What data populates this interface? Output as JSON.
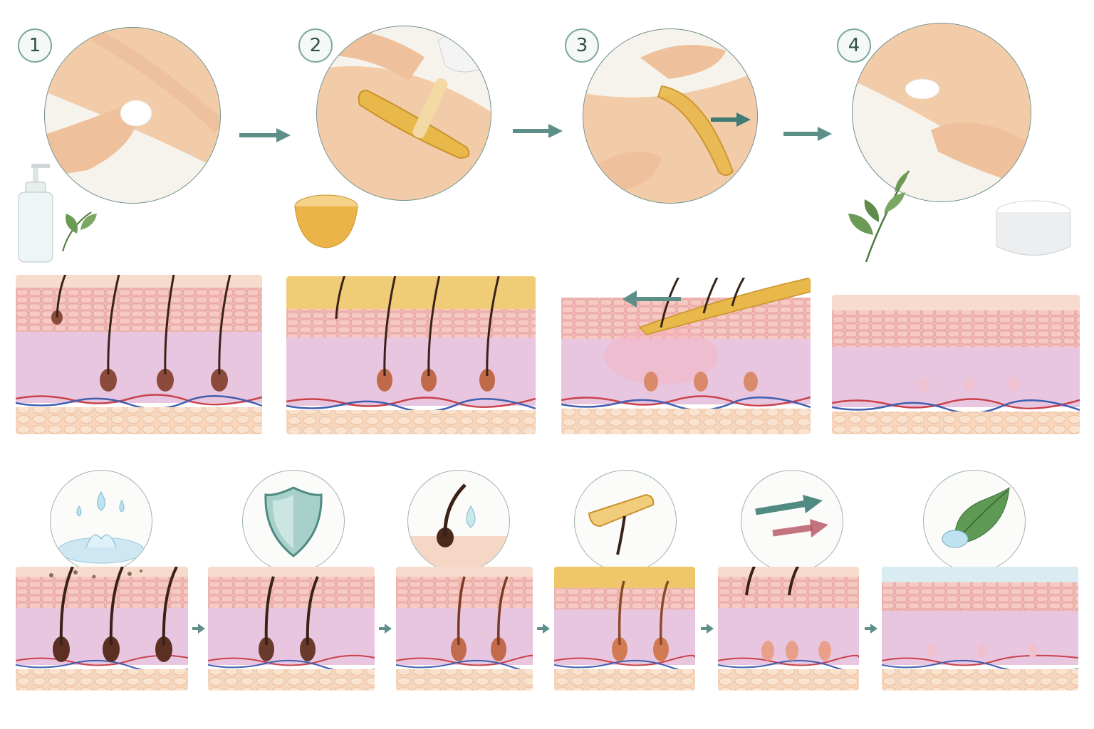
{
  "steps": [
    {
      "number": "1",
      "scene": "cleanse-skin",
      "props": [
        "cleanser-bottle-icon",
        "leaf-icon"
      ]
    },
    {
      "number": "2",
      "scene": "apply-wax",
      "props": [
        "wax-bowl-icon",
        "spatula-icon"
      ]
    },
    {
      "number": "3",
      "scene": "pull-strip",
      "props": [
        "direction-arrow-icon"
      ]
    },
    {
      "number": "4",
      "scene": "soothe-skin",
      "props": [
        "leaf-icon",
        "cream-jar-icon"
      ]
    }
  ],
  "detail_icons": [
    "water-droplets-icon",
    "shield-icon",
    "hair-droplet-icon",
    "wax-strip-icon",
    "opposite-arrows-icon",
    "leaf-droplet-icon"
  ],
  "colors": {
    "accent_teal": "#5d8f88",
    "skin_tone": "#f1c9a6",
    "epidermis": "#f0b3b3",
    "dermis": "#e9c6e0",
    "fat": "#f6d7bd",
    "wax": "#e9b84a",
    "hair": "#3a2218",
    "artery": "#c8424a",
    "vein": "#3f5fb0"
  }
}
